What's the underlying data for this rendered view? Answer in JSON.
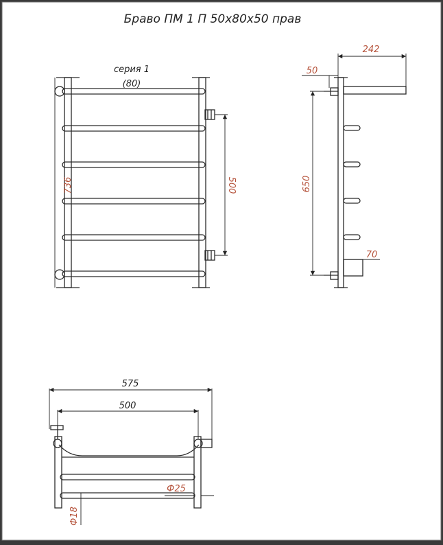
{
  "title": "Браво ПМ 1 П 50х80х50 прав",
  "series_label": "серия 1",
  "series_code": "(80)",
  "front_view": {
    "height_label": "736",
    "connection_label": "500"
  },
  "side_view": {
    "depth_label": "242",
    "offset_top_label": "50",
    "height_label": "650",
    "offset_bottom_label": "70"
  },
  "top_view": {
    "overall_width_label": "575",
    "center_width_label": "500",
    "rail_diameter_label": "Ф25",
    "post_diameter_label": "Ф18"
  },
  "colors": {
    "line": "#2a2a2a",
    "dimension": "#b5523a",
    "frame": "#3a3a3a",
    "paper": "#ffffff"
  }
}
